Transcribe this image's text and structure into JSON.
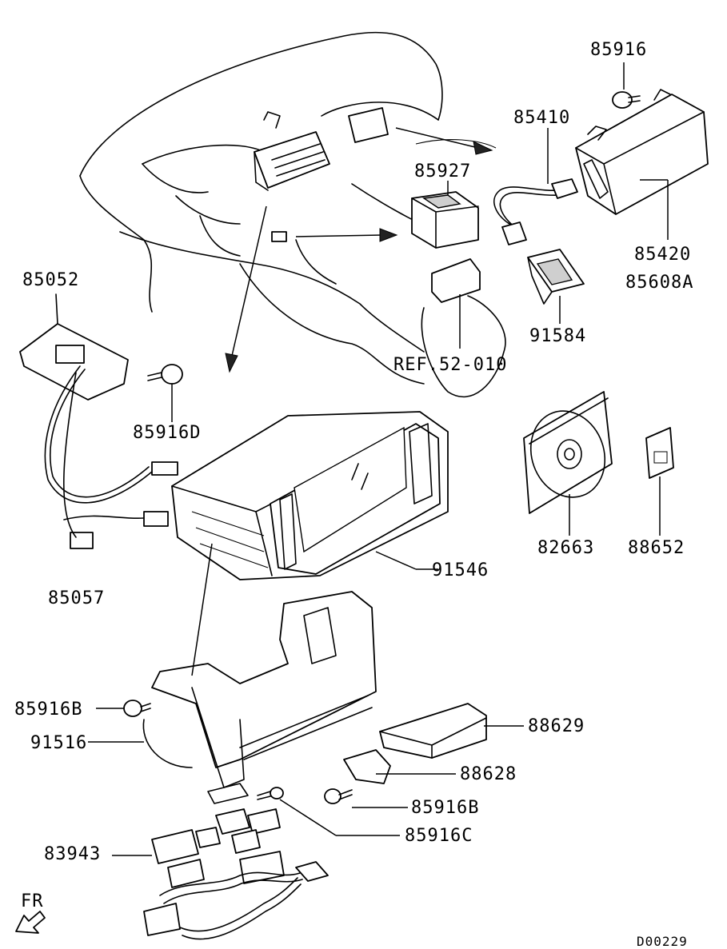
{
  "diagram": {
    "drawing_code": "D00229",
    "direction_label": "FR",
    "reference_label": "REF.52-010",
    "parts": [
      {
        "id": "85916",
        "label": "85916"
      },
      {
        "id": "85410",
        "label": "85410"
      },
      {
        "id": "85927",
        "label": "85927"
      },
      {
        "id": "85420",
        "label": "85420"
      },
      {
        "id": "85608A",
        "label": "85608A"
      },
      {
        "id": "85052",
        "label": "85052"
      },
      {
        "id": "91584",
        "label": "91584"
      },
      {
        "id": "85916D",
        "label": "85916D"
      },
      {
        "id": "82663",
        "label": "82663"
      },
      {
        "id": "88652",
        "label": "88652"
      },
      {
        "id": "91546",
        "label": "91546"
      },
      {
        "id": "85057",
        "label": "85057"
      },
      {
        "id": "85916B_left",
        "label": "85916B"
      },
      {
        "id": "88629",
        "label": "88629"
      },
      {
        "id": "91516",
        "label": "91516"
      },
      {
        "id": "88628",
        "label": "88628"
      },
      {
        "id": "85916B_right",
        "label": "85916B"
      },
      {
        "id": "85916C",
        "label": "85916C"
      },
      {
        "id": "83943",
        "label": "83943"
      }
    ]
  }
}
